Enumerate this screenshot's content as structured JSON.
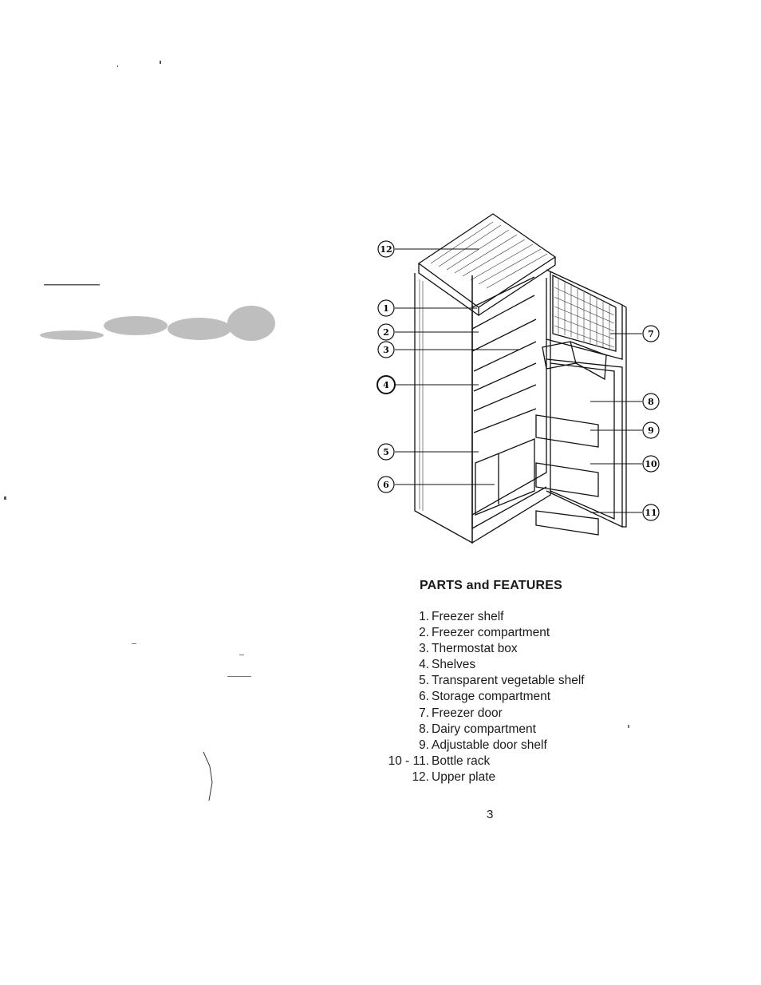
{
  "diagram": {
    "callouts": [
      "12",
      "1",
      "2",
      "3",
      "4",
      "5",
      "6",
      "7",
      "8",
      "9",
      "10",
      "11"
    ]
  },
  "section": {
    "title": "PARTS and FEATURES",
    "items": [
      {
        "num": "1.",
        "text": "Freezer shelf"
      },
      {
        "num": "2.",
        "text": "Freezer compartment"
      },
      {
        "num": "3.",
        "text": "Thermostat box"
      },
      {
        "num": "4.",
        "text": "Shelves"
      },
      {
        "num": "5.",
        "text": "Transparent vegetable shelf"
      },
      {
        "num": "6.",
        "text": "Storage compartment"
      },
      {
        "num": "7.",
        "text": "Freezer door"
      },
      {
        "num": "8.",
        "text": "Dairy compartment"
      },
      {
        "num": "9.",
        "text": "Adjustable door shelf"
      },
      {
        "num": "10 - 11.",
        "text": "Bottle rack"
      },
      {
        "num": "12.",
        "text": "Upper plate"
      }
    ]
  },
  "page_number": "3"
}
